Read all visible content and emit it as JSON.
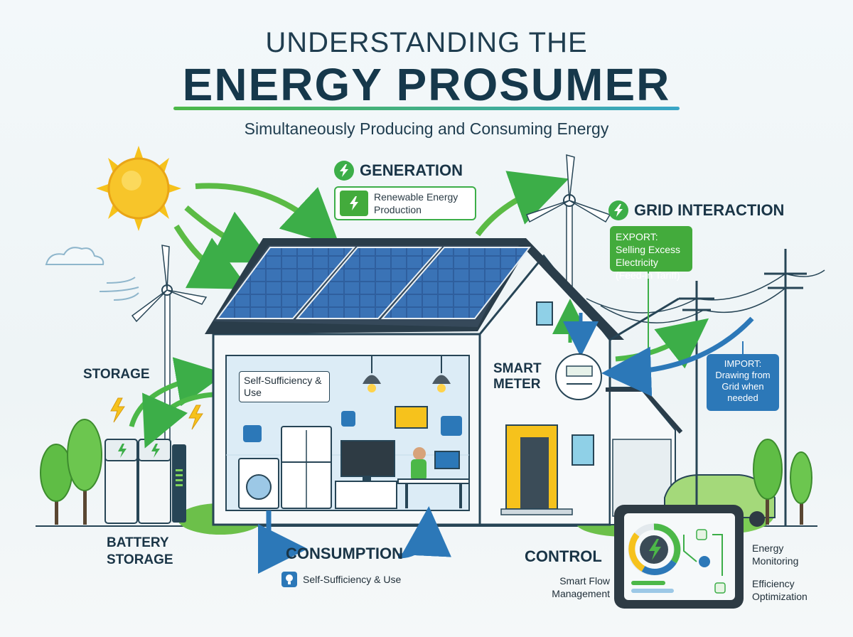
{
  "title": {
    "line1": "UNDERSTANDING THE",
    "line2": "ENERGY PROSUMER",
    "subtitle": "Simultaneously Producing and Consuming Energy"
  },
  "generation": {
    "heading": "GENERATION",
    "box_text": "Renewable Energy Production",
    "icon": "bolt-icon"
  },
  "grid": {
    "heading": "GRID INTERACTION",
    "export_text": "EXPORT: Selling Excess Electricity (Feed-in Tariff)",
    "import_text": "IMPORT: Drawing from Grid when needed",
    "icon": "bolt-icon"
  },
  "storage": {
    "heading": "STORAGE",
    "battery_label": "BATTERY STORAGE"
  },
  "interior": {
    "self_sufficiency_label": "Self-Sufficiency & Use"
  },
  "smart_meter": {
    "label": "SMART METER"
  },
  "consumption": {
    "heading": "CONSUMPTION",
    "item_text": "Self-Sufficiency & Use",
    "icon": "lightbulb-icon"
  },
  "control": {
    "heading": "CONTROL",
    "sub_left": "Smart Flow Management",
    "right_top": "Energy Monitoring",
    "right_bottom": "Efficiency Optimization"
  },
  "colors": {
    "green": "#43ab3c",
    "blue": "#2c78b8",
    "navy": "#16384b",
    "sun": "#f6c21c",
    "panel": "#2f5f9e"
  }
}
